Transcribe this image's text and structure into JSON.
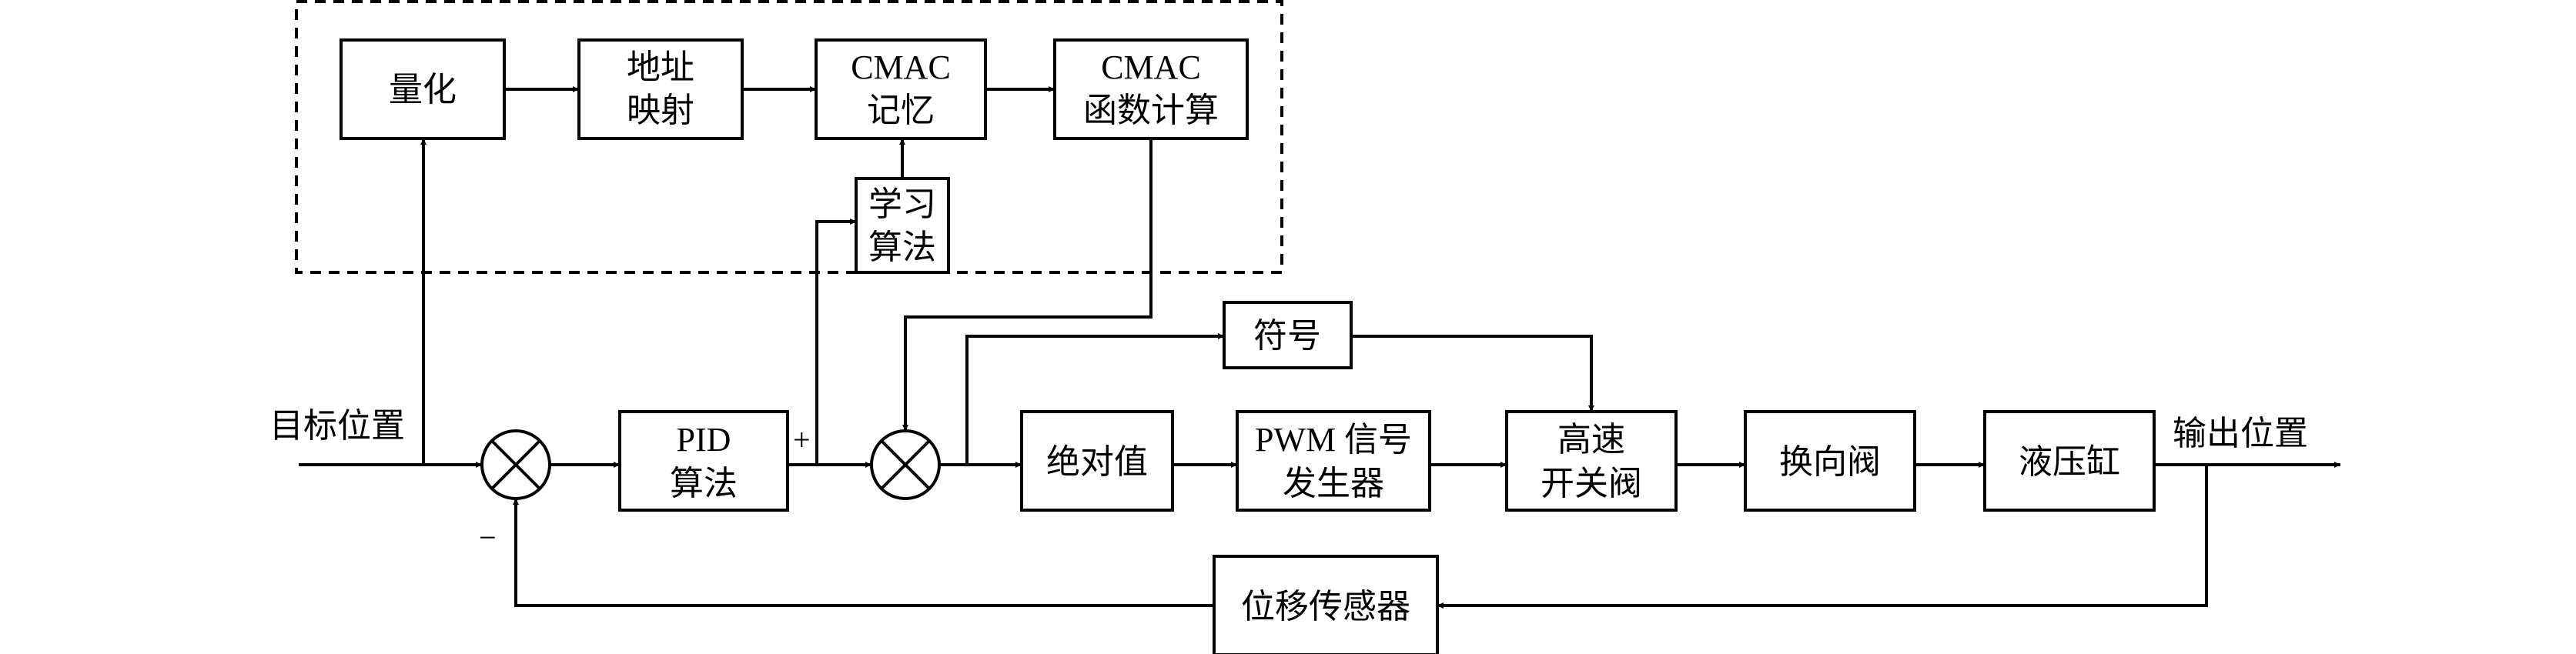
{
  "blocks": {
    "quantize": [
      "量化"
    ],
    "address": [
      "地址",
      "映射"
    ],
    "cmac_memory": [
      "CMAC",
      "记忆"
    ],
    "cmac_calc": [
      "CMAC",
      "函数计算"
    ],
    "learning": [
      "学习",
      "算法"
    ],
    "pid": [
      "PID",
      "算法"
    ],
    "sign": [
      "符号"
    ],
    "abs": [
      "绝对值"
    ],
    "pwm": [
      "PWM 信号",
      "发生器"
    ],
    "hsv": [
      "高速",
      "开关阀"
    ],
    "reversing": [
      "换向阀"
    ],
    "cylinder": [
      "液压缸"
    ],
    "sensor": [
      "位移传感器"
    ]
  },
  "labels": {
    "input": "目标位置",
    "output": "输出位置",
    "plus": "+",
    "minus": "−"
  }
}
